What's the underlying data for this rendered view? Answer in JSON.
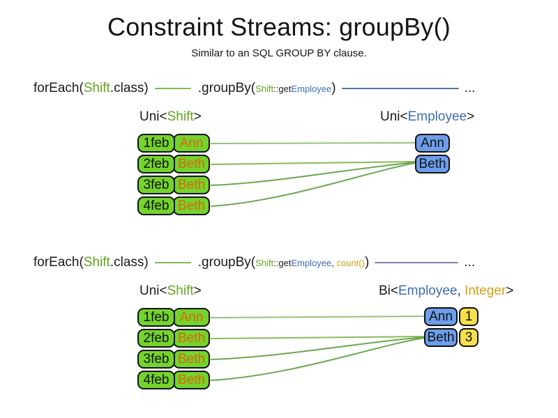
{
  "title": "Constraint Streams: groupBy()",
  "subtitle": "Similar to an SQL GROUP BY clause.",
  "colors": {
    "shift_green_text": "#62a420",
    "employee_blue_text": "#3e6cb5",
    "integer_gold_text": "#d4a017",
    "employee_name_orange": "#d9680d",
    "shift_box_green": "#74d32c",
    "employee_box_blue": "#6d9eeb",
    "integer_box_yellow": "#f5e04b",
    "stream_line_green": "#7cb950",
    "stream_line_blue": "#4f76ad",
    "stream_line_purple": "#8d7ab5"
  },
  "section1": {
    "code": {
      "foreach": "forEach(",
      "shift": "Shift",
      "class_close": ".class)",
      "groupby": ".groupBy(",
      "arg_shift": "Shift",
      "arg_getter": "::get",
      "arg_employee": "Employee",
      "close_paren": ")",
      "ellipsis": "..."
    },
    "source_label": {
      "pre": "Uni<",
      "type": "Shift",
      "post": ">"
    },
    "result_label": {
      "pre": "Uni<",
      "type": "Employee",
      "post": ">"
    },
    "shifts": [
      {
        "date": "1feb",
        "employee": "Ann"
      },
      {
        "date": "2feb",
        "employee": "Beth"
      },
      {
        "date": "3feb",
        "employee": "Beth"
      },
      {
        "date": "4feb",
        "employee": "Beth"
      }
    ],
    "groups": [
      {
        "name": "Ann"
      },
      {
        "name": "Beth"
      }
    ]
  },
  "section2": {
    "code": {
      "foreach": "forEach(",
      "shift": "Shift",
      "class_close": ".class)",
      "groupby": ".groupBy(",
      "arg_shift": "Shift",
      "arg_getter": "::get",
      "arg_employee": "Employee",
      "arg_comma": ", ",
      "arg_count": "count()",
      "close_paren": ")",
      "ellipsis": "..."
    },
    "source_label": {
      "pre": "Uni<",
      "type": "Shift",
      "post": ">"
    },
    "result_label": {
      "pre": "Bi<",
      "type1": "Employee",
      "comma": ", ",
      "type2": "Integer",
      "post": ">"
    },
    "shifts": [
      {
        "date": "1feb",
        "employee": "Ann"
      },
      {
        "date": "2feb",
        "employee": "Beth"
      },
      {
        "date": "3feb",
        "employee": "Beth"
      },
      {
        "date": "4feb",
        "employee": "Beth"
      }
    ],
    "groups": [
      {
        "name": "Ann",
        "count": "1"
      },
      {
        "name": "Beth",
        "count": "3"
      }
    ]
  }
}
